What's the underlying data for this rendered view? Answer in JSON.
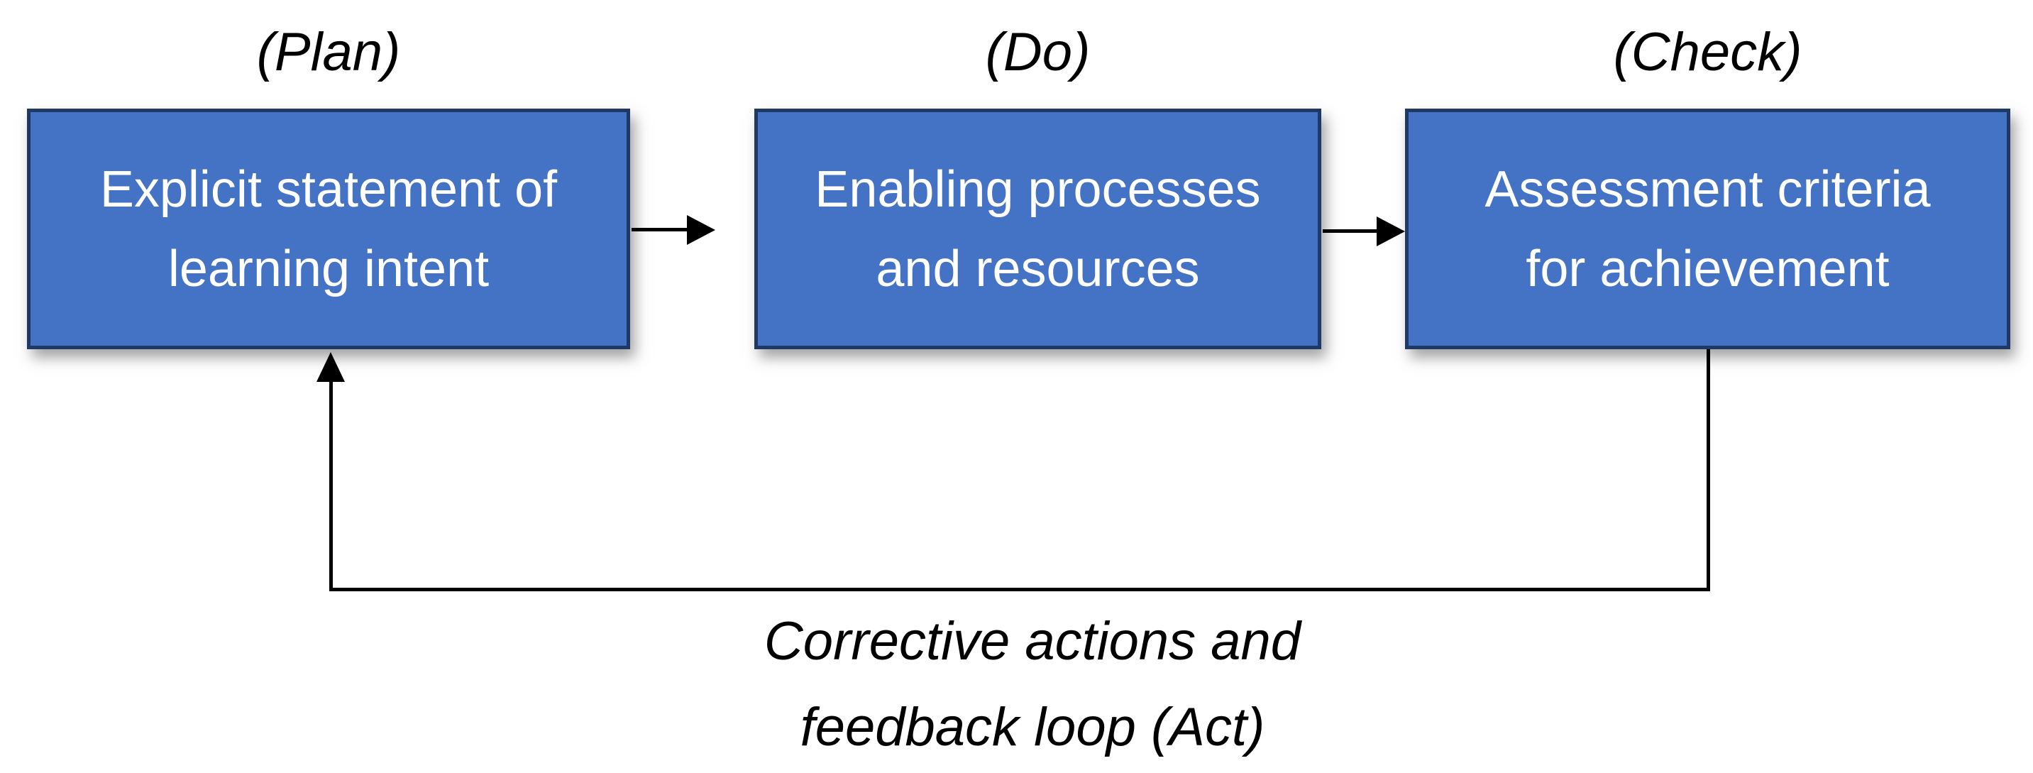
{
  "stages": [
    {
      "phase_label": "(Plan)",
      "line1": "Explicit statement of",
      "line2": "learning intent"
    },
    {
      "phase_label": "(Do)",
      "line1": "Enabling processes",
      "line2": "and resources"
    },
    {
      "phase_label": "(Check)",
      "line1": "Assessment criteria",
      "line2": "for achievement"
    }
  ],
  "feedback_caption": {
    "line1": "Corrective actions and",
    "line2": "feedback loop (Act)"
  },
  "colors": {
    "box_fill": "#4472C4",
    "box_border": "#1F3864",
    "box_text": "#FFFFFF",
    "connector": "#000000",
    "label_text": "#000000"
  }
}
